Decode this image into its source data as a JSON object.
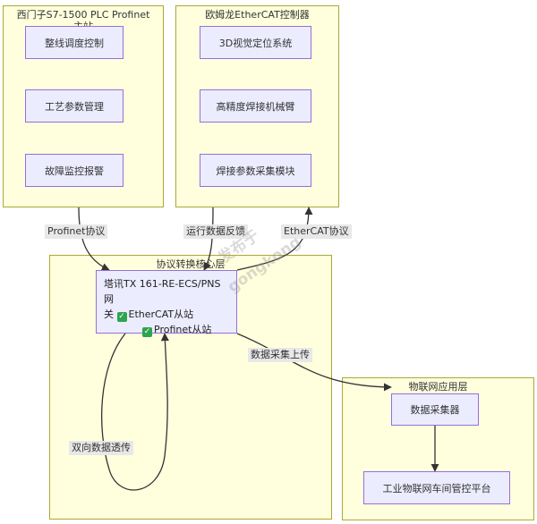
{
  "clusters": {
    "siemens": {
      "title_line1": "西门子S7-1500 PLC Profinet",
      "title_line2": "主站"
    },
    "omron": {
      "title": "欧姆龙EtherCAT控制器"
    },
    "core": {
      "title": "协议转换核心层"
    },
    "iot": {
      "title": "物联网应用层"
    }
  },
  "nodes": {
    "line_control": "整线调度控制",
    "process_params": "工艺参数管理",
    "fault_alarm": "故障监控报警",
    "vision": "3D视觉定位系统",
    "welding_arm": "高精度焊接机械臂",
    "weld_data": "焊接参数采集模块",
    "gateway": {
      "line1": "塔讯TX 161-RE-ECS/PNS网",
      "line2_prefix": "关",
      "ethercat_slave": "EtherCAT从站",
      "profinet_slave": "Profinet从站"
    },
    "collector": "数据采集器",
    "platform": "工业物联网车间管控平台"
  },
  "edge_labels": {
    "profinet": "Profinet协议",
    "feedback": "运行数据反馈",
    "ethercat": "EtherCAT协议",
    "upload": "数据采集上传",
    "bidirectional": "双向数据透传"
  },
  "watermark": {
    "line1": "发布于",
    "line2": "gongkong"
  },
  "colors": {
    "cluster_fill": "#ffffde",
    "cluster_border": "#aaaa33",
    "node_fill": "#ececff",
    "node_border": "#9370db",
    "check": "#2ea44f"
  }
}
